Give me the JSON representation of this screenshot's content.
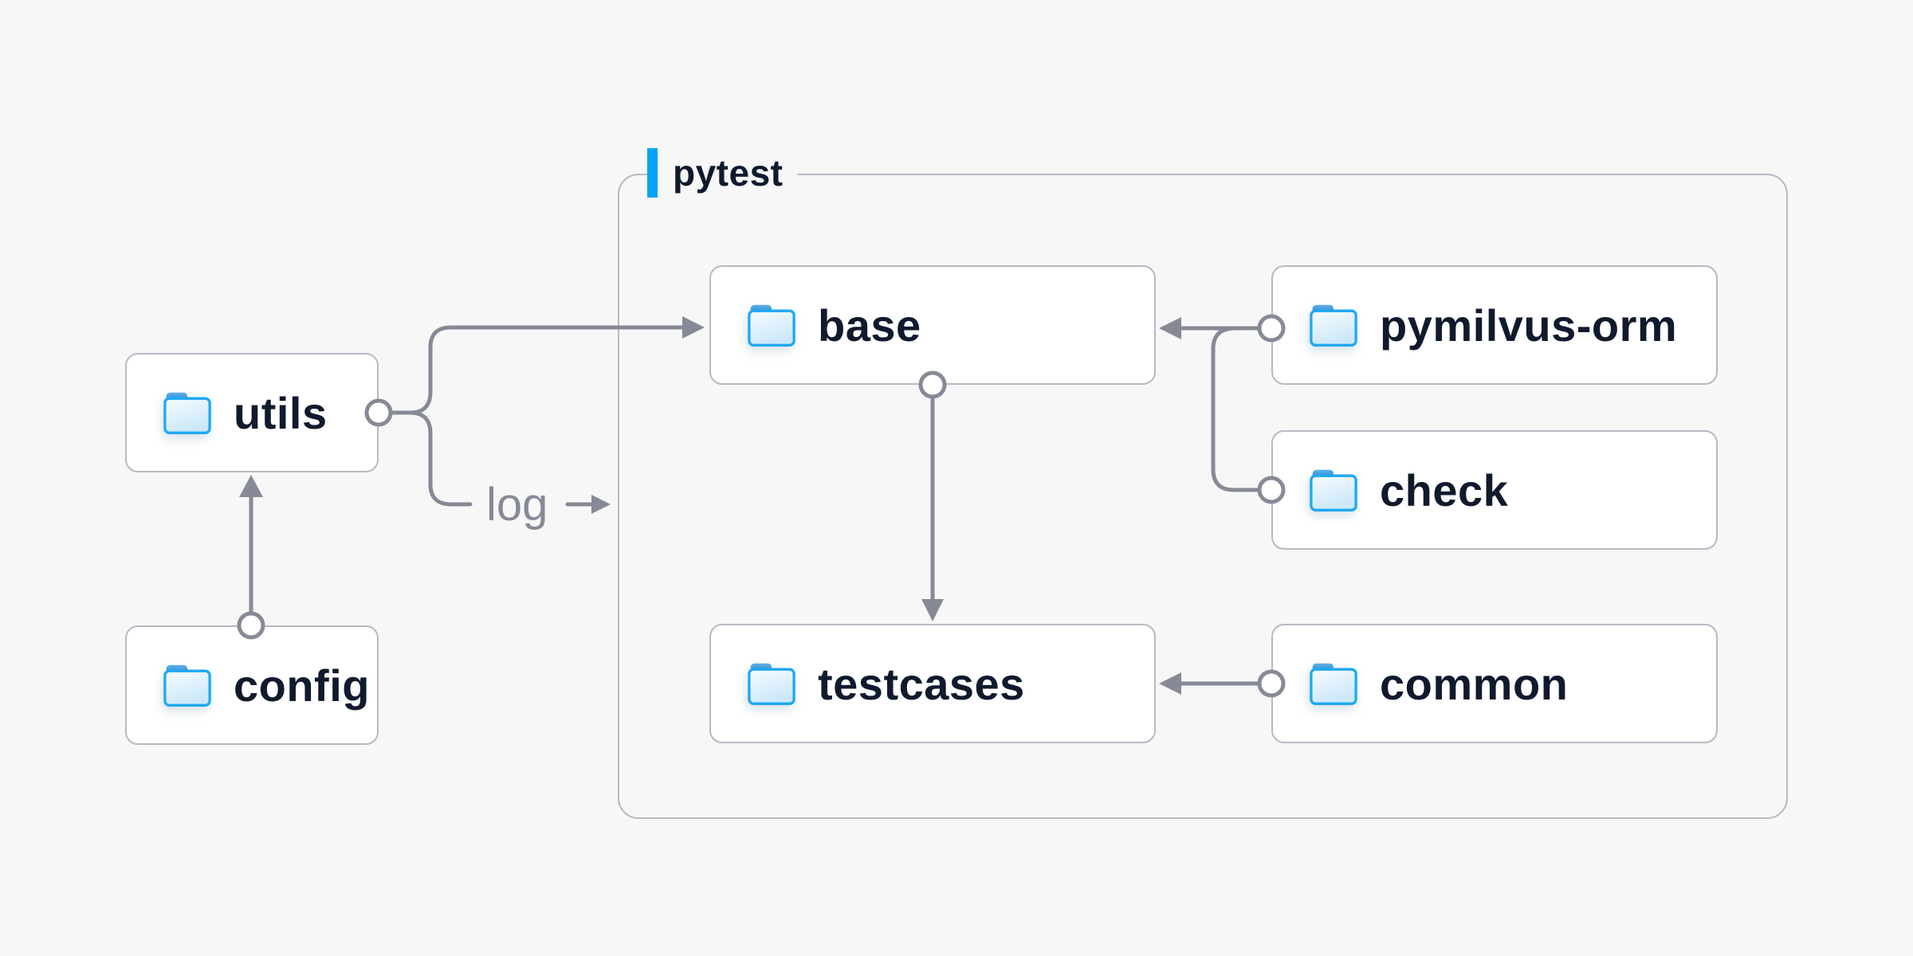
{
  "diagram": {
    "group": {
      "label": "pytest",
      "accent_color": "#00a3f4"
    },
    "nodes": [
      {
        "id": "utils",
        "label": "utils"
      },
      {
        "id": "config",
        "label": "config"
      },
      {
        "id": "base",
        "label": "base"
      },
      {
        "id": "pymilvus-orm",
        "label": "pymilvus-orm"
      },
      {
        "id": "check",
        "label": "check"
      },
      {
        "id": "testcases",
        "label": "testcases"
      },
      {
        "id": "common",
        "label": "common"
      }
    ],
    "edges": [
      {
        "from": "config",
        "to": "utils",
        "label": ""
      },
      {
        "from": "utils",
        "to": "base",
        "label": ""
      },
      {
        "from": "utils",
        "to": "pytest",
        "label": "log"
      },
      {
        "from": "pymilvus-orm",
        "to": "base",
        "label": ""
      },
      {
        "from": "check",
        "to": "base",
        "label": ""
      },
      {
        "from": "base",
        "to": "testcases",
        "label": ""
      },
      {
        "from": "common",
        "to": "testcases",
        "label": ""
      }
    ],
    "log_label": "log",
    "colors": {
      "background": "#f7f7f8",
      "node_fill": "#ffffff",
      "node_border": "#b7b9c3",
      "node_text": "#101a2d",
      "connector": "#868a96",
      "accent": "#00a3f4",
      "folder_stroke": "#1ea7f3",
      "folder_tab": "#2e8bd5"
    }
  }
}
